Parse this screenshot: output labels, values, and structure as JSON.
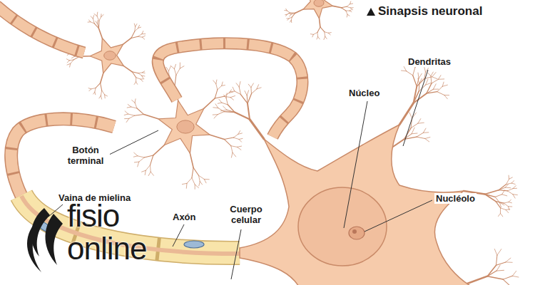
{
  "diagram": {
    "title": "Sinapsis neuronal",
    "labels": [
      "Dendritas",
      "Núcleo",
      "Nucléolo",
      "Botón terminal",
      "Vaina de mielina",
      "Axón",
      "Cuerpo celular",
      "fisio",
      "online"
    ]
  }
}
